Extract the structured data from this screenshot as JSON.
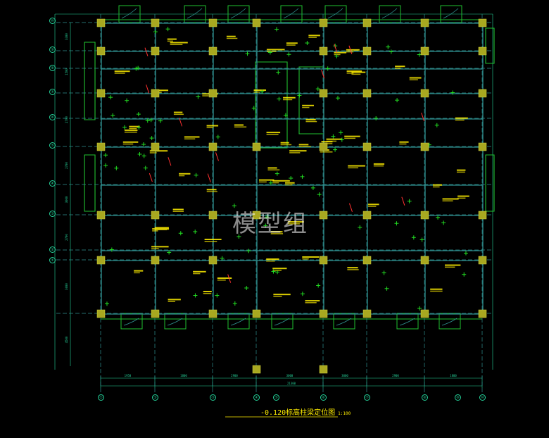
{
  "drawing": {
    "title": "-0.120标高柱梁定位图",
    "scale": "1:100",
    "watermark": "模型组"
  },
  "grid": {
    "col_bubbles": [
      "①",
      "②",
      "③",
      "④",
      "⑤",
      "⑥",
      "⑦",
      "⑧",
      "⑨",
      "⑩"
    ],
    "row_bubbles": [
      "⑩",
      "⑨",
      "⑧",
      "⑦",
      "⑥",
      "⑤",
      "④",
      "③",
      "②",
      "①"
    ]
  },
  "dimensions": {
    "bottom_row1": [
      "1950",
      "1800",
      "2900",
      "3000",
      "3000",
      "2900",
      "1800",
      "1950"
    ],
    "bottom_row2": [
      "21300"
    ],
    "left_col": [
      "3300",
      "1500",
      "2700",
      "2700",
      "3000",
      "2700",
      "3000",
      "4500"
    ]
  },
  "colors": {
    "background": "#000000",
    "column": "#a8a820",
    "beam": "#2f8f8f",
    "wall": "#20c030",
    "dimension": "#25d39a",
    "annotation": "#ffee00",
    "tag": "#ff3030"
  }
}
